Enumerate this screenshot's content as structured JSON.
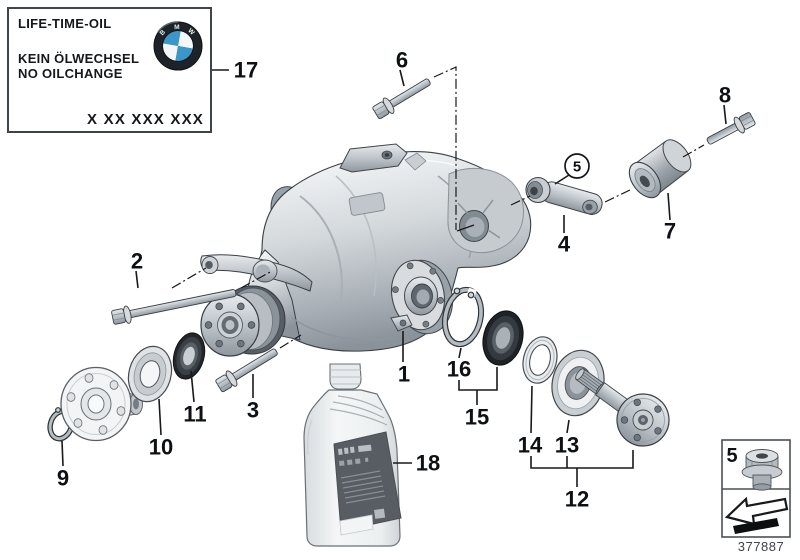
{
  "label_box": {
    "title": "LIFE-TIME-OIL",
    "line_de": "KEIN ÖLWECHSEL",
    "line_en": "NO OILCHANGE",
    "code": "X XX XXX XXX",
    "logo_letters": [
      "B",
      "M",
      "W"
    ]
  },
  "callouts": {
    "c1": "1",
    "c2": "2",
    "c3": "3",
    "c4": "4",
    "c5": "5",
    "c6": "6",
    "c7": "7",
    "c8": "8",
    "c9": "9",
    "c10": "10",
    "c11": "11",
    "c12": "12",
    "c13": "13",
    "c14": "14",
    "c15": "15",
    "c16": "16",
    "c17": "17",
    "c18": "18"
  },
  "inset": {
    "number": "5"
  },
  "footer": {
    "diagram_number": "377887"
  },
  "colors": {
    "background": "#ffffff",
    "line": "#17191b",
    "bmw_blue": "#3b97c9",
    "metal_light": "#d5dadd",
    "seal_black": "#1f2327"
  }
}
